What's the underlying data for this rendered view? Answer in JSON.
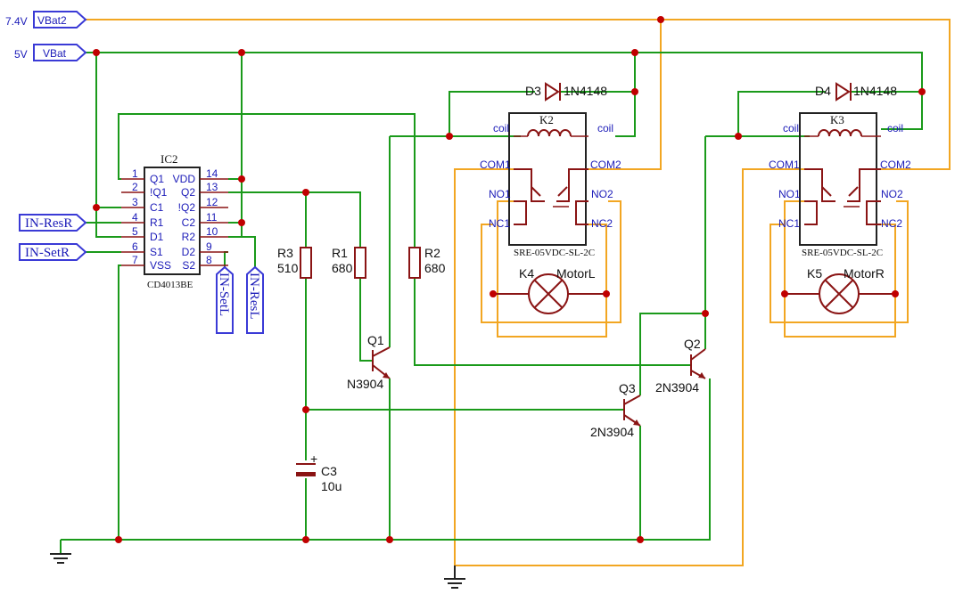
{
  "nets": {
    "vbat2": {
      "voltage": "7.4V",
      "label": "VBat2"
    },
    "vbat": {
      "voltage": "5V",
      "label": "VBat"
    },
    "in_resr": "IN-ResR",
    "in_setr": "IN-SetR",
    "in_setl": "IN-SetL",
    "in_resl": "IN-ResL"
  },
  "ic2": {
    "ref": "IC2",
    "part": "CD4013BE",
    "pins_left": [
      {
        "num": "1",
        "name": "Q1"
      },
      {
        "num": "2",
        "name": "!Q1"
      },
      {
        "num": "3",
        "name": "C1"
      },
      {
        "num": "4",
        "name": "R1"
      },
      {
        "num": "5",
        "name": "D1"
      },
      {
        "num": "6",
        "name": "S1"
      },
      {
        "num": "7",
        "name": "VSS"
      }
    ],
    "pins_right": [
      {
        "num": "14",
        "name": "VDD"
      },
      {
        "num": "13",
        "name": "Q2"
      },
      {
        "num": "12",
        "name": "!Q2"
      },
      {
        "num": "11",
        "name": "C2"
      },
      {
        "num": "10",
        "name": "R2"
      },
      {
        "num": "9",
        "name": "D2"
      },
      {
        "num": "8",
        "name": "S2"
      }
    ]
  },
  "resistors": {
    "r3": {
      "ref": "R3",
      "value": "510"
    },
    "r1": {
      "ref": "R1",
      "value": "680"
    },
    "r2": {
      "ref": "R2",
      "value": "680"
    }
  },
  "capacitor": {
    "ref": "C3",
    "value": "10u",
    "polarity": "+"
  },
  "transistors": {
    "q1": {
      "ref": "Q1",
      "part": "N3904"
    },
    "q2": {
      "ref": "Q2",
      "part": "2N3904"
    },
    "q3": {
      "ref": "Q3",
      "part": "2N3904"
    }
  },
  "diodes": {
    "d3": {
      "ref": "D3",
      "part": "1N4148"
    },
    "d4": {
      "ref": "D4",
      "part": "1N4148"
    }
  },
  "relays": {
    "k2": {
      "ref": "K2",
      "part": "SRE-05VDC-SL-2C",
      "coil": "coil",
      "com1": "COM1",
      "com2": "COM2",
      "no1": "NO1",
      "no2": "NO2",
      "nc1": "NC1",
      "nc2": "NC2"
    },
    "k3": {
      "ref": "K3",
      "part": "SRE-05VDC-SL-2C",
      "coil": "coil",
      "com1": "COM1",
      "com2": "COM2",
      "no1": "NO1",
      "no2": "NO2",
      "nc1": "NC1",
      "nc2": "NC2"
    }
  },
  "motors": {
    "k4": {
      "ref": "K4",
      "name": "MotorL"
    },
    "k5": {
      "ref": "K5",
      "name": "MotorR"
    }
  },
  "colors": {
    "wire_5v": "#1a9a1a",
    "wire_7v4": "#f2a622",
    "component": "#8a1414",
    "net_label": "#3a3ad6",
    "junction": "#c00000"
  }
}
